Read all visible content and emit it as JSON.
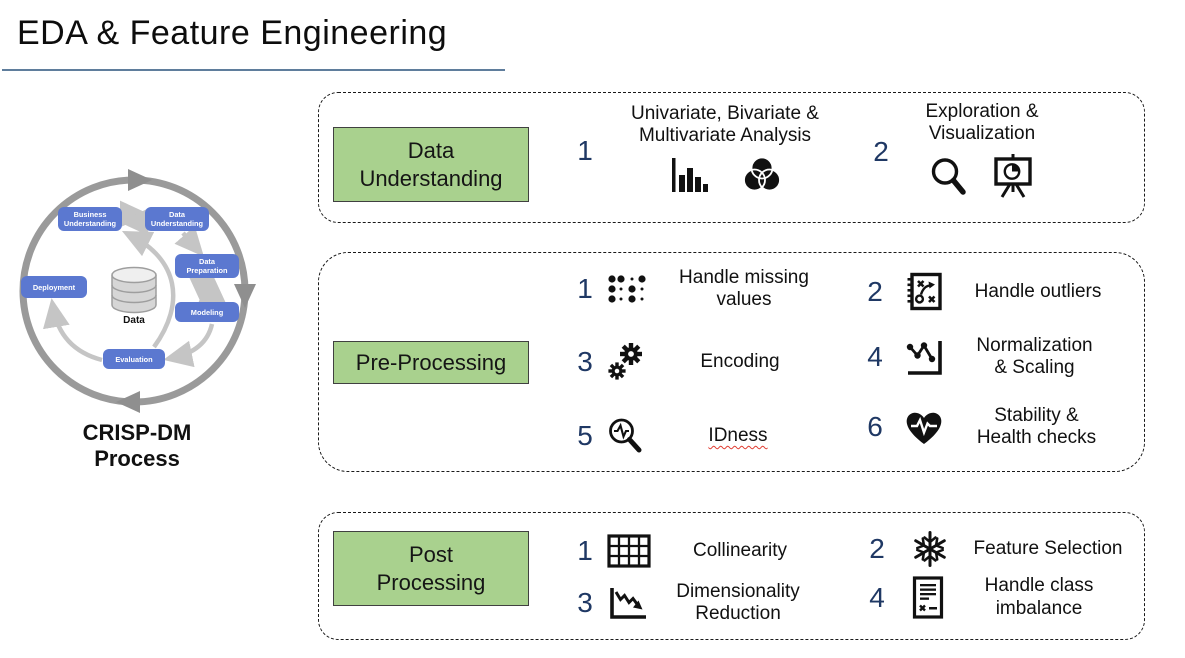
{
  "title": "EDA & Feature Engineering",
  "crisp": {
    "caption_lines": [
      "CRISP-DM",
      "Process"
    ],
    "data_label": "Data",
    "nodes": {
      "business": [
        "Business",
        "Understanding"
      ],
      "data_understanding": [
        "Data",
        "Understanding"
      ],
      "data_preparation": [
        "Data",
        "Preparation"
      ],
      "modeling": [
        "Modeling"
      ],
      "evaluation": [
        "Evaluation"
      ],
      "deployment": [
        "Deployment"
      ]
    }
  },
  "sections": [
    {
      "label_lines": [
        "Data",
        "Understanding"
      ],
      "items": [
        {
          "num": "1",
          "text_lines": [
            "Univariate, Bivariate &",
            "Multivariate Analysis"
          ],
          "icons": [
            "bar-chart-icon",
            "venn-diagram-icon"
          ]
        },
        {
          "num": "2",
          "text_lines": [
            "Exploration &",
            "Visualization"
          ],
          "icons": [
            "search-icon",
            "presentation-chart-icon"
          ]
        }
      ]
    },
    {
      "label_lines": [
        "Pre-Processing"
      ],
      "items": [
        {
          "num": "1",
          "text_lines": [
            "Handle missing",
            "values"
          ],
          "icons": [
            "missing-values-dots-icon"
          ]
        },
        {
          "num": "2",
          "text_lines": [
            "Handle outliers"
          ],
          "icons": [
            "strategy-pad-icon"
          ]
        },
        {
          "num": "3",
          "text_lines": [
            "Encoding"
          ],
          "icons": [
            "gears-icon"
          ]
        },
        {
          "num": "4",
          "text_lines": [
            "Normalization",
            "& Scaling"
          ],
          "icons": [
            "scatter-line-axis-icon"
          ]
        },
        {
          "num": "5",
          "text_lines": [
            "IDness"
          ],
          "icons": [
            "search-pulse-icon"
          ]
        },
        {
          "num": "6",
          "text_lines": [
            "Stability &",
            "Health checks"
          ],
          "icons": [
            "heart-pulse-icon"
          ]
        }
      ]
    },
    {
      "label_lines": [
        "Post",
        "Processing"
      ],
      "items": [
        {
          "num": "1",
          "text_lines": [
            "Collinearity"
          ],
          "icons": [
            "table-grid-icon"
          ]
        },
        {
          "num": "2",
          "text_lines": [
            "Feature Selection"
          ],
          "icons": [
            "snowflake-icon"
          ]
        },
        {
          "num": "3",
          "text_lines": [
            "Dimensionality",
            "Reduction"
          ],
          "icons": [
            "declining-chart-icon"
          ]
        },
        {
          "num": "4",
          "text_lines": [
            "Handle class",
            "imbalance"
          ],
          "icons": [
            "document-list-icon"
          ]
        }
      ]
    }
  ],
  "colors": {
    "green_fill": "#A9D18E",
    "number_navy": "#1F3864",
    "node_blue": "#5B78D0",
    "title_underline": "#5F7D9C"
  }
}
